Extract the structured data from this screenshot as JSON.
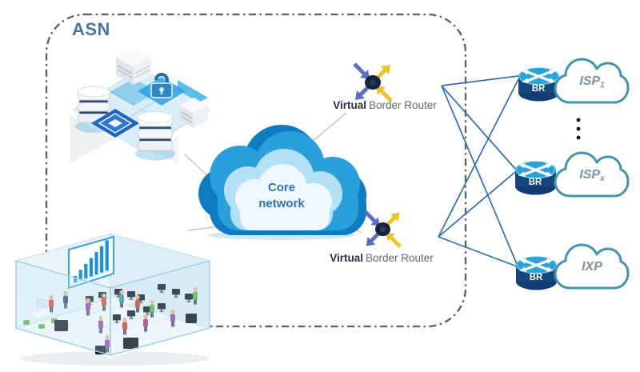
{
  "asn": {
    "label": "ASN"
  },
  "core_network": {
    "lines": [
      "Core",
      "network"
    ]
  },
  "vbr": [
    {
      "bold": "Virtual",
      "rest": "Border Router"
    },
    {
      "bold": "Virtual",
      "rest": "Border Router"
    }
  ],
  "border_routers": [
    {
      "label": "BR"
    },
    {
      "label": "BR"
    },
    {
      "label": "BR"
    }
  ],
  "externals": [
    {
      "name": "ISP",
      "sub": "1"
    },
    {
      "name": "ISP",
      "sub": "x"
    },
    {
      "name": "IXP",
      "sub": ""
    }
  ],
  "icons": {
    "asn_boundary": "dash-dot-rounded-border",
    "core_network": "layered-cloud-icon",
    "virtual_border_router": "pinwheel-arrows-router-icon",
    "border_router": "cisco-router-cylinder-icon",
    "external_network": "cloud-outline-icon",
    "between_isps": "vertical-ellipsis-icon",
    "datacenter": "isometric-datacenter-illustration",
    "office": "isometric-office-illustration"
  },
  "colors": {
    "asn_label": "#4a74a8",
    "dashed_border": "#5f5f5f",
    "mesh_link": "#2e6fb3",
    "cloud_dark": "#0e7cc0",
    "cloud_bright": "#29a0dc",
    "cloud_mid": "#b3e0f5",
    "cloud_inner": "#eef8fd",
    "core_text": "#2e74b5",
    "vbr_arrow_blue": "#5a6fc0",
    "vbr_arrow_yellow": "#eec32d",
    "router_top": "#2aa3db",
    "router_body": "#15477f",
    "ext_cloud_stroke": "#4195aa",
    "ext_label": "#7695a4"
  }
}
